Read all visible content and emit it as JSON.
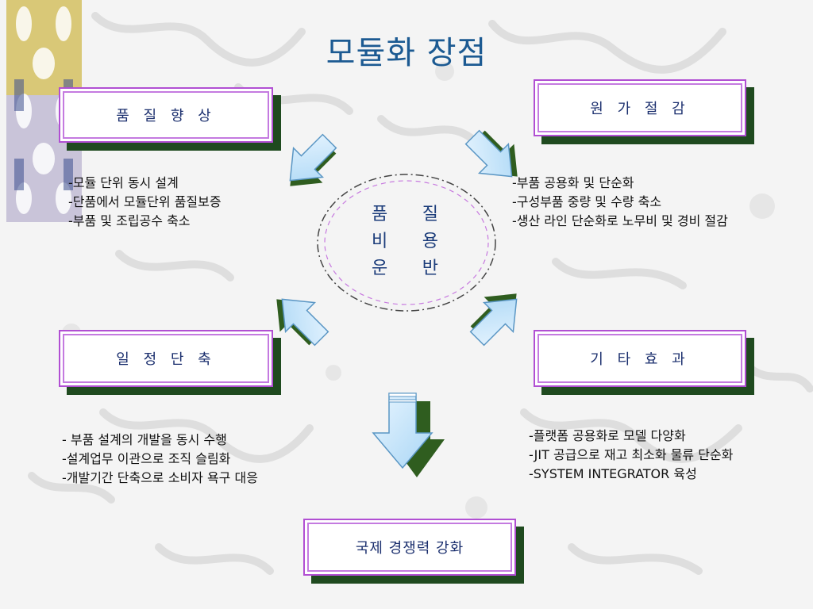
{
  "title": "모듈화 장점",
  "center": {
    "rows": [
      [
        "품",
        "질"
      ],
      [
        "비",
        "용"
      ],
      [
        "운",
        "반"
      ]
    ]
  },
  "boxes": {
    "quality": "품 질 향 상",
    "cost": "원 가 절 감",
    "schedule": "일 정 단 축",
    "other": "기 타 효 과",
    "competitiveness": "국제 경쟁력 강화"
  },
  "quality_points": [
    "-모듈 단위 동시 설계",
    "-단품에서 모듈단위 품질보증",
    "-부품 및 조립공수 축소"
  ],
  "cost_points": [
    "-부품 공용화 및 단순화",
    "-구성부품 중량 및 수량 축소",
    "-생산 라인 단순화로 노무비 및 경비 절감"
  ],
  "schedule_points": [
    "- 부품 설계의 개발을 동시 수행",
    "-설계업무 이관으로 조직 슬림화",
    "-개발기간 단축으로 소비자 욕구 대응"
  ],
  "other_points": [
    "-플랫폼 공용화로 모델 다양화",
    "-JIT 공급으로 재고 최소화 물류 단순화",
    "-SYSTEM INTEGRATOR 육성"
  ],
  "colors": {
    "title": "#1c5a92",
    "box_border": "#b14fd3",
    "box_shadow": "#1f4a1f",
    "arrow_fill": "#cfe9fb",
    "arrow_stroke": "#5a96c4"
  }
}
